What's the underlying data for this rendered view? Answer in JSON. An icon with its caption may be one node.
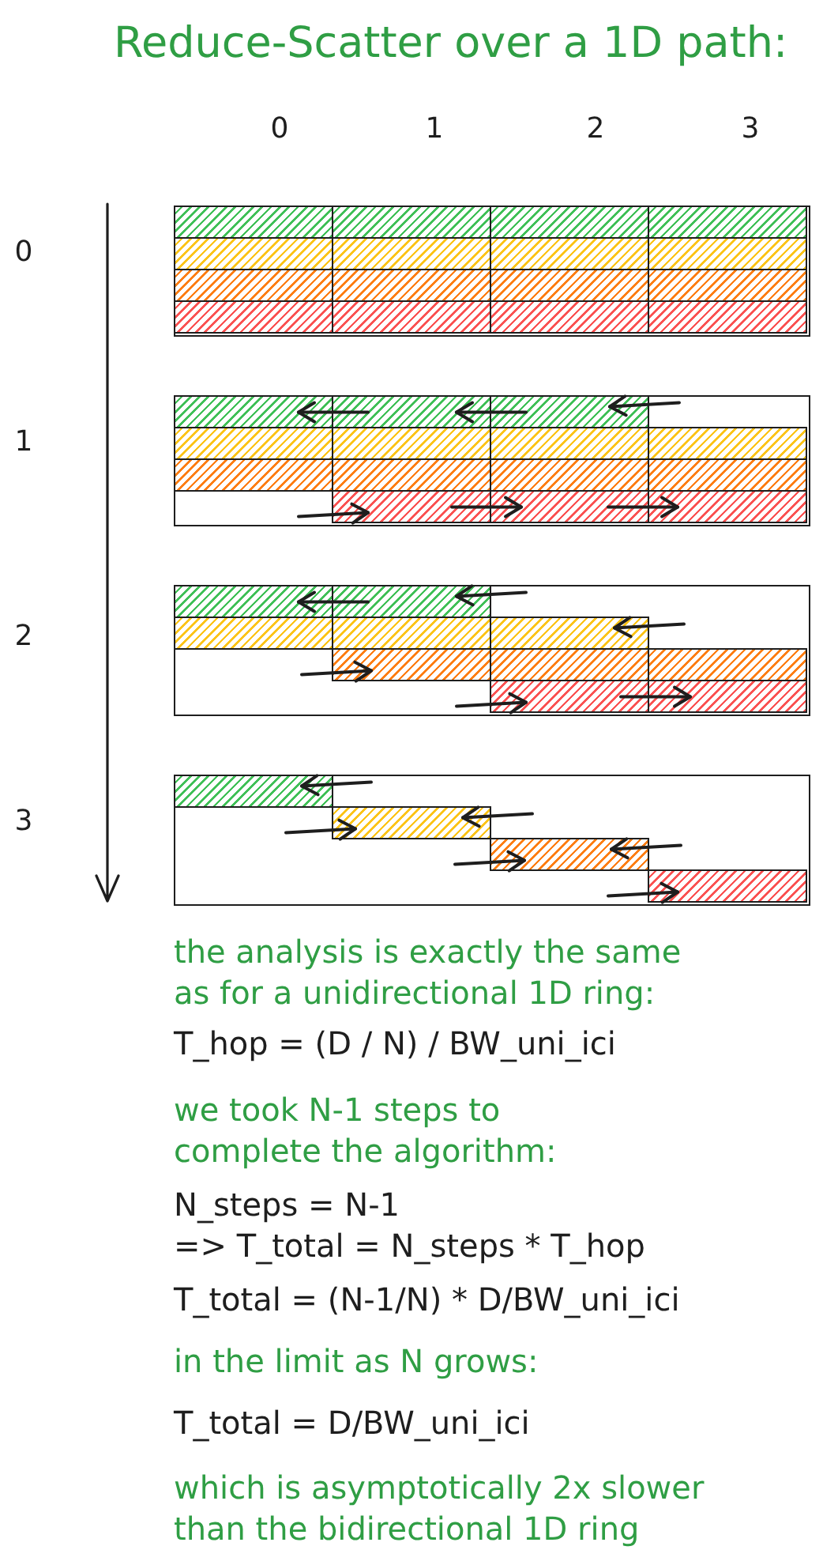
{
  "diagram": {
    "title": "Reduce-Scatter over a 1D path:",
    "nodes": [
      {
        "text": [],
        "shape": "box"
      },
      {
        "text": [],
        "shape": "box",
        "in": 0
      },
      {
        "text": [],
        "shape": "box",
        "in": 0
      },
      {
        "text": [],
        "shape": "box",
        "in": 0
      },
      {
        "text": [],
        "shape": "box",
        "in": 0
      },
      {
        "text": [],
        "shape": "box",
        "in": 0
      },
      {
        "text": [],
        "shape": "box",
        "in": 0
      },
      {
        "text": [],
        "shape": "box",
        "in": 0
      },
      {
        "text": [],
        "shape": "box",
        "in": 0
      },
      {
        "text": [],
        "shape": "box",
        "in": 0
      },
      {
        "text": [],
        "shape": "box",
        "in": 0
      },
      {
        "text": [],
        "shape": "box",
        "in": 0
      },
      {
        "text": [],
        "shape": "box",
        "in": 0
      },
      {
        "text": [],
        "shape": "box",
        "in": 0
      },
      {
        "text": [],
        "shape": "box",
        "in": 0
      },
      {
        "text": [],
        "shape": "box",
        "in": 0
      },
      {
        "text": [],
        "shape": "box",
        "in": 0
      },
      {
        "text": [],
        "shape": "box"
      },
      {
        "text": [],
        "shape": "box",
        "in": 17
      },
      {
        "text": [],
        "shape": "box",
        "in": 17
      },
      {
        "text": [],
        "shape": "box",
        "in": 17
      },
      {
        "text": [],
        "shape": "box",
        "in": 17
      },
      {
        "text": [],
        "shape": "box",
        "in": 17
      },
      {
        "text": [],
        "shape": "box",
        "in": 17
      },
      {
        "text": [],
        "shape": "box",
        "in": 17
      },
      {
        "text": [],
        "shape": "box",
        "in": 17
      },
      {
        "text": [],
        "shape": "box",
        "in": 17
      },
      {
        "text": [],
        "shape": "box",
        "in": 17
      },
      {
        "text": [],
        "shape": "box",
        "in": 17
      },
      {
        "text": [],
        "shape": "box",
        "in": 17
      },
      {
        "text": [],
        "shape": "box",
        "in": 17
      },
      {
        "text": [],
        "shape": "box",
        "in": 17
      },
      {
        "text": [],
        "shape": "box"
      },
      {
        "text": [],
        "shape": "box",
        "in": 32
      },
      {
        "text": [],
        "shape": "box",
        "in": 32
      },
      {
        "text": [],
        "shape": "box",
        "in": 32
      },
      {
        "text": [],
        "shape": "box",
        "in": 32
      },
      {
        "text": [],
        "shape": "box",
        "in": 32
      },
      {
        "text": [],
        "shape": "box",
        "in": 32
      },
      {
        "text": [],
        "shape": "box",
        "in": 32
      },
      {
        "text": [],
        "shape": "box",
        "in": 32
      },
      {
        "text": [],
        "shape": "box",
        "in": 32
      },
      {
        "text": [],
        "shape": "box",
        "in": 32
      },
      {
        "text": [],
        "shape": "box"
      },
      {
        "text": [],
        "shape": "box",
        "in": 43
      },
      {
        "text": [],
        "shape": "box",
        "in": 43
      },
      {
        "text": [],
        "shape": "box",
        "in": 43
      },
      {
        "text": [],
        "shape": "box",
        "in": 43
      }
    ],
    "edges": [
      {
        "from": 19,
        "to": 18,
        "arrow": "to"
      },
      {
        "from": 20,
        "to": 19,
        "arrow": "to"
      },
      {
        "from": null,
        "to": 20,
        "arrow": "to"
      },
      {
        "from": null,
        "to": 29,
        "arrow": "to"
      },
      {
        "from": 29,
        "to": 30,
        "arrow": "to"
      },
      {
        "from": 30,
        "to": 31,
        "arrow": "to"
      },
      {
        "from": 34,
        "to": 33,
        "arrow": "to"
      },
      {
        "from": null,
        "to": 34,
        "arrow": "to"
      },
      {
        "from": null,
        "to": 37,
        "arrow": "to"
      },
      {
        "from": null,
        "to": 38,
        "arrow": "to"
      },
      {
        "from": null,
        "to": 41,
        "arrow": "to"
      },
      {
        "from": 41,
        "to": 42,
        "arrow": "to"
      },
      {
        "from": null,
        "to": 44,
        "arrow": "to"
      },
      {
        "from": null,
        "to": 45,
        "arrow": "to"
      },
      {
        "from": null,
        "to": 45,
        "arrow": "to"
      },
      {
        "from": null,
        "to": 46,
        "arrow": "to"
      },
      {
        "from": null,
        "to": 46,
        "arrow": "to"
      },
      {
        "from": null,
        "to": 47,
        "arrow": "to"
      }
    ],
    "labels": [
      "0",
      "1",
      "2",
      "3",
      "0",
      "1",
      "2",
      "3",
      "the analysis is exactly the same as for a unidirectional 1D ring:",
      "T_hop = (D / N) / BW_uni_ici",
      "we took N-1 steps to complete the algorithm:",
      "N_steps = N-1",
      "=> T_total = N_steps * T_hop",
      "T_total = (N-1/N) * D/BW_uni_ici",
      "in the limit as N grows:",
      "T_total = D/BW_uni_ici",
      "which is asymptotically 2x slower than the bidirectional 1D ring"
    ]
  }
}
